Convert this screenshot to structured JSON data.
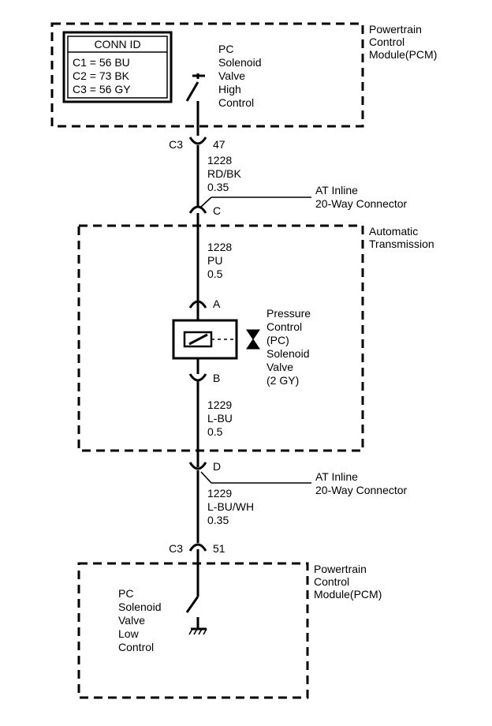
{
  "conn_id": {
    "title": "CONN ID",
    "rows": [
      "C1 = 56 BU",
      "C2 = 73 BK",
      "C3 = 56 GY"
    ]
  },
  "pcm_top": {
    "label": [
      "Powertrain",
      "Control",
      "Module(PCM)"
    ],
    "switch_label": [
      "PC",
      "Solenoid",
      "Valve",
      "High",
      "Control"
    ]
  },
  "connector_c3_top": {
    "name": "C3",
    "pin": "47"
  },
  "wire_1228_upper": {
    "circuit": "1228",
    "color": "RD/BK",
    "gauge": "0.35"
  },
  "inline_c": {
    "pin": "C",
    "label": [
      "AT Inline",
      "20-Way Connector"
    ]
  },
  "transmission": {
    "label": [
      "Automatic",
      "Transmission"
    ],
    "wire_upper": {
      "circuit": "1228",
      "color": "PU",
      "gauge": "0.5"
    },
    "pin_a": "A",
    "pin_b": "B",
    "solenoid_label": [
      "Pressure",
      "Control",
      "(PC)",
      "Solenoid",
      "Valve",
      "(2 GY)"
    ],
    "wire_lower": {
      "circuit": "1229",
      "color": "L-BU",
      "gauge": "0.5"
    }
  },
  "inline_d": {
    "pin": "D",
    "label": [
      "AT Inline",
      "20-Way Connector"
    ]
  },
  "wire_1229_lower": {
    "circuit": "1229",
    "color": "L-BU/WH",
    "gauge": "0.35"
  },
  "connector_c3_bottom": {
    "name": "C3",
    "pin": "51"
  },
  "pcm_bottom": {
    "label": [
      "Powertrain",
      "Control",
      "Module(PCM)"
    ],
    "switch_label": [
      "PC",
      "Solenoid",
      "Valve",
      "Low",
      "Control"
    ]
  }
}
